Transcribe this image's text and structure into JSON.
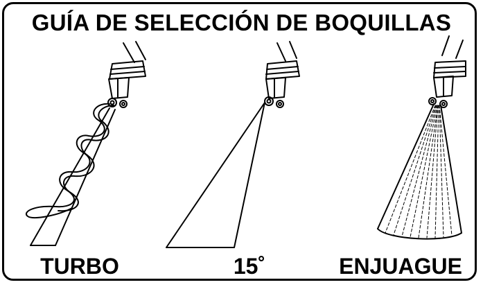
{
  "title": "GUÍA DE SELECCIÓN DE BOQUILLAS",
  "nozzles": [
    {
      "label": "TURBO",
      "icon": "turbo-nozzle-spray-icon"
    },
    {
      "label": "15˚",
      "icon": "fifteen-degree-nozzle-spray-icon"
    },
    {
      "label": "ENJUAGUE",
      "icon": "rinse-nozzle-spray-icon"
    }
  ],
  "colors": {
    "line": "#000000",
    "background": "#ffffff"
  }
}
